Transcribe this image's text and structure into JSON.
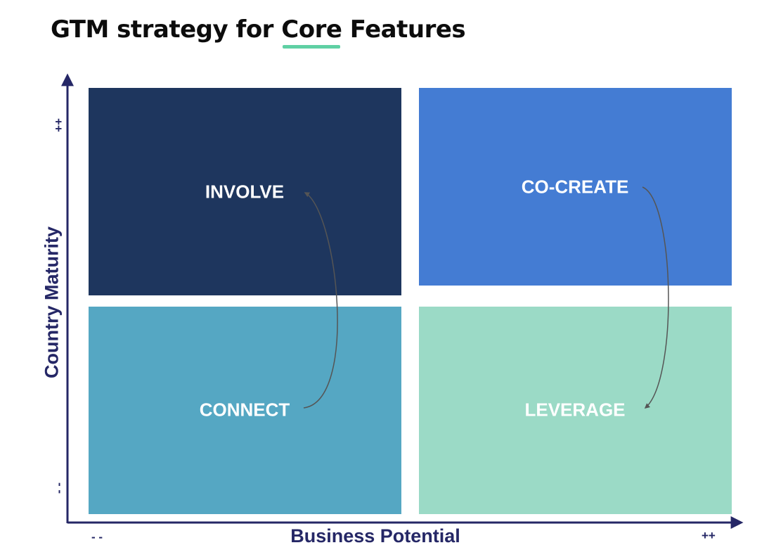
{
  "title": {
    "before": "GTM strategy for ",
    "highlight": "Core",
    "after": " Features"
  },
  "quadrants": {
    "top_left": {
      "label": "INVOLVE",
      "color": "#1e365e"
    },
    "top_right": {
      "label": "CO-CREATE",
      "color": "#447cd3"
    },
    "bottom_left": {
      "label": "CONNECT",
      "color": "#55a7c3"
    },
    "bottom_right": {
      "label": "LEVERAGE",
      "color": "#9bdac6"
    }
  },
  "axes": {
    "x_label": "Business Potential",
    "y_label": "Country Maturity",
    "x_low": "- -",
    "x_high": "++",
    "y_high": "++",
    "y_low": "- -"
  },
  "colors": {
    "axis": "#252766",
    "title_underline": "#5fd0a4",
    "arrow": "#555555"
  }
}
